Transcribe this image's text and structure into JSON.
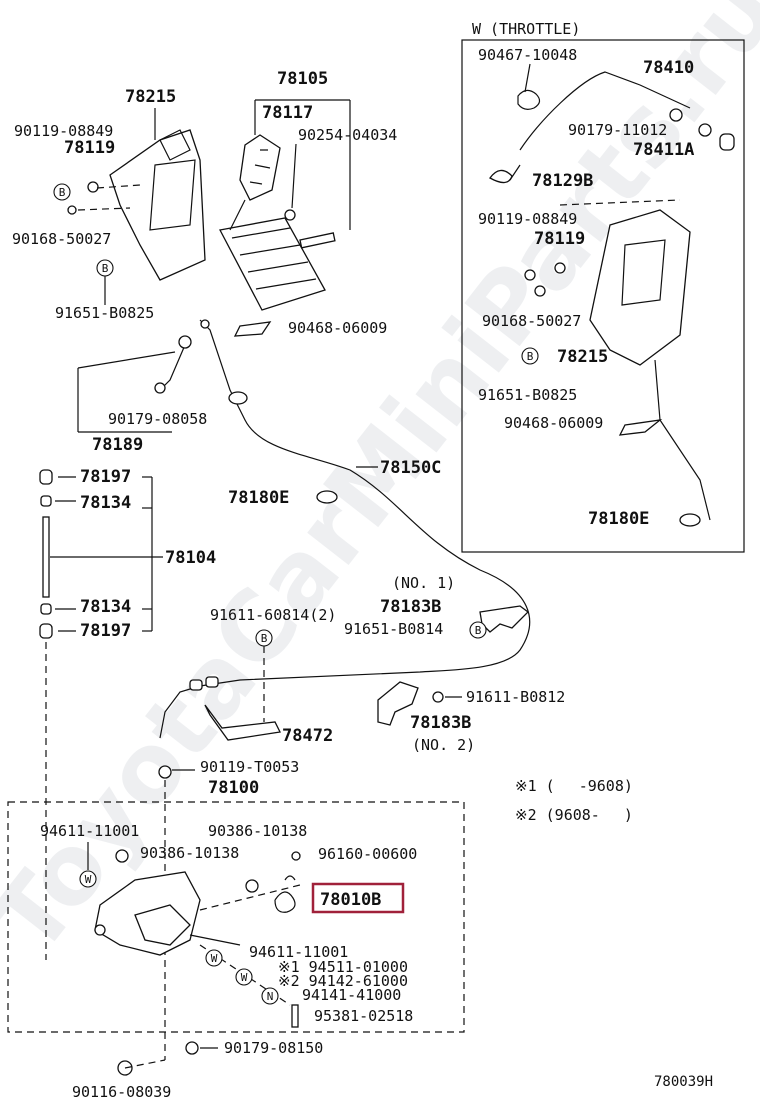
{
  "watermark": "ToyotaCarMiniParts.ru",
  "figure_code": "780039H",
  "throttle_box_title": "W (THROTTLE)",
  "notes": [
    "※1 (　 -9608)",
    "※2 (9608-　 )"
  ],
  "symbols": {
    "b": "B",
    "w": "W",
    "n": "N"
  },
  "labels": {
    "p78215": "78215",
    "p90119_08849": "90119-08849",
    "p78119": "78119",
    "p90168_50027": "90168-50027",
    "p91651_B0825": "91651-B0825",
    "p78105": "78105",
    "p78117": "78117",
    "p90254_04034": "90254-04034",
    "p90468_06009": "90468-06009",
    "p90179_08058": "90179-08058",
    "p78189": "78189",
    "p78197a": "78197",
    "p78134a": "78134",
    "p78104": "78104",
    "p78134b": "78134",
    "p78197b": "78197",
    "p78150C": "78150C",
    "p78180E": "78180E",
    "no1": "(NO. 1)",
    "p78183B_a": "78183B",
    "p91611_60814": "91611-60814(2)",
    "p91651_B0814": "91651-B0814",
    "p91611_B0812": "91611-B0812",
    "p78183B_b": "78183B",
    "no2": "(NO. 2)",
    "p78472": "78472",
    "p90119_T0053": "90119-T0053",
    "p78100": "78100",
    "p94611_11001a": "94611-11001",
    "p90386_10138a": "90386-10138",
    "p90386_10138b": "90386-10138",
    "p96160_00600": "96160-00600",
    "p78010B": "78010B",
    "p94611_11001b": "94611-11001",
    "p94511_01000": "※1 94511-01000",
    "p94142_61000": "※2 94142-61000",
    "p94141_41000": "94141-41000",
    "p95381_02518": "95381-02518",
    "p90179_08150": "90179-08150",
    "p90116_08039": "90116-08039",
    "t90467_10048": "90467-10048",
    "t78410": "78410",
    "t90179_11012": "90179-11012",
    "t78411A": "78411A",
    "t78129B": "78129B",
    "t90119_08849": "90119-08849",
    "t78119": "78119",
    "t90168_50027": "90168-50027",
    "t78215": "78215",
    "t91651_B0825": "91651-B0825",
    "t90468_06009": "90468-06009",
    "t78180E": "78180E"
  },
  "highlight_color": "#a0213a"
}
